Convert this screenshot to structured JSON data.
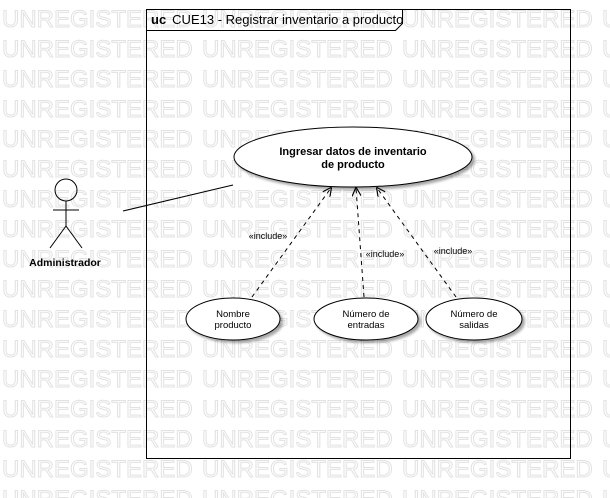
{
  "watermark": "UNREGISTERED",
  "frame": {
    "keyword": "uc",
    "title": "CUE13 - Registrar inventario a producto"
  },
  "actor": {
    "name": "Administrador"
  },
  "use_cases": {
    "main": {
      "line1": "Ingresar datos de inventario",
      "line2": "de producto"
    },
    "nombre": {
      "line1": "Nombre",
      "line2": "producto"
    },
    "entradas": {
      "line1": "Número de",
      "line2": "entradas"
    },
    "salidas": {
      "line1": "Número de",
      "line2": "salidas"
    }
  },
  "relations": {
    "include_nombre": "«include»",
    "include_entradas": "«include»",
    "include_salidas": "«include»"
  }
}
